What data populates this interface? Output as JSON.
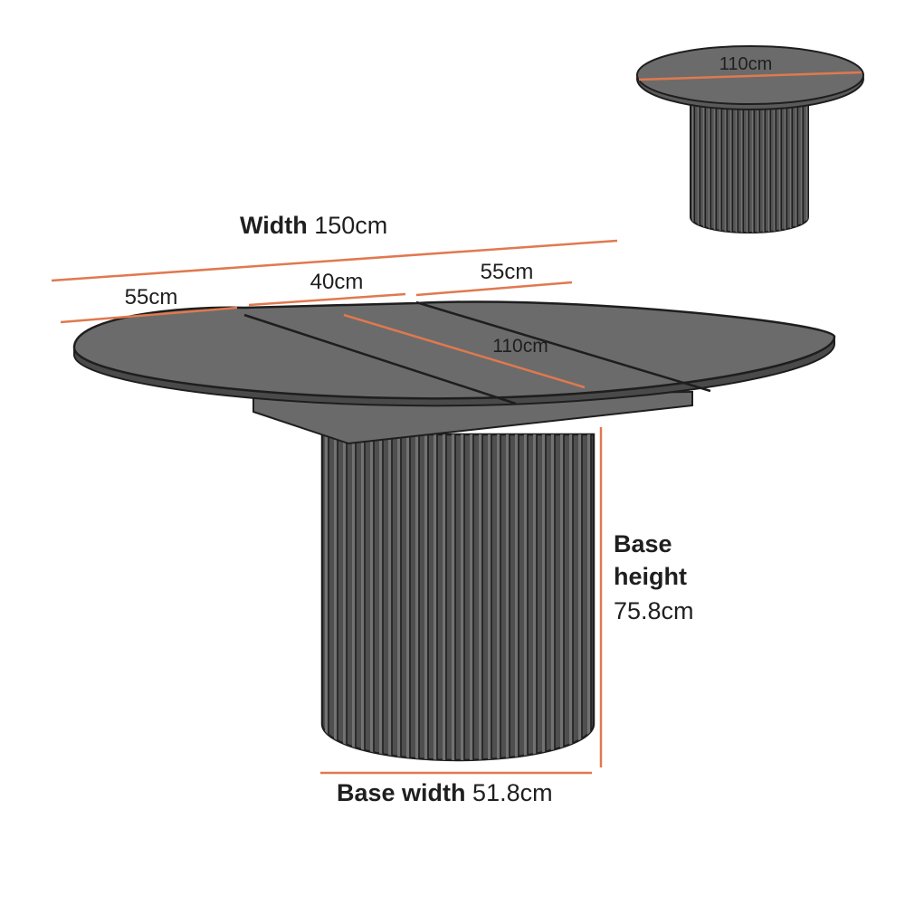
{
  "colors": {
    "background": "#ffffff",
    "tabletop": "#6b6b6b",
    "outline": "#1e1e1e",
    "dimension_line": "#e0794f",
    "text": "#1f1f1f"
  },
  "small_table": {
    "diameter_label": "110cm"
  },
  "main_table": {
    "width": {
      "label": "Width",
      "value": "150cm"
    },
    "left_leaf": "55cm",
    "middle_leaf": "40cm",
    "right_leaf": "55cm",
    "depth_label": "110cm",
    "base_height": {
      "label_line1": "Base",
      "label_line2": "height",
      "value": "75.8cm"
    },
    "base_width": {
      "label": "Base width",
      "value": "51.8cm"
    }
  }
}
